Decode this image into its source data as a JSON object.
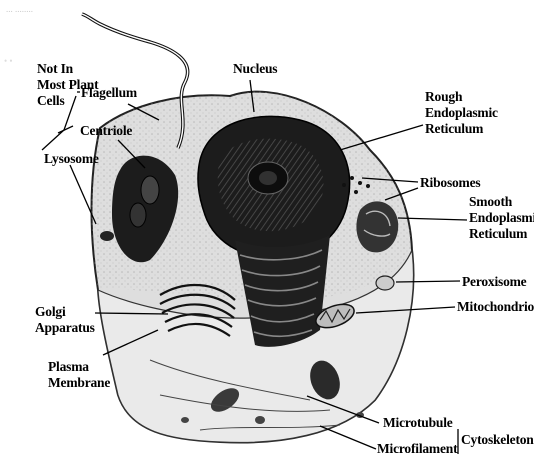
{
  "labels": {
    "not_in_most_plant_cells": [
      "Not In",
      "Most Plant",
      "Cells"
    ],
    "flagellum": "Flagellum",
    "centriole": "Centriole",
    "lysosome": "Lysosome",
    "nucleus": "Nucleus",
    "rough_er": [
      "Rough",
      "Endoplasmic",
      "Reticulum"
    ],
    "ribosomes": "Ribosomes",
    "smooth_er": [
      "Smooth",
      "Endoplasmic",
      "Reticulum"
    ],
    "peroxisome": "Peroxisome",
    "mitochondrion": "Mitochondrion",
    "golgi": [
      "Golgi",
      "Apparatus"
    ],
    "plasma_membrane": [
      "Plasma",
      "Membrane"
    ],
    "microtubule": "Microtubule",
    "microfilament": "Microfilament",
    "cytoskeleton": "Cytoskeleton"
  },
  "colors": {
    "ink": "#000000",
    "paper": "#ffffff",
    "cell_fill": "#d9d9d9",
    "dark_organelle": "#1c1c1c"
  },
  "icons": {
    "illustration": "animal-cell-cutaway"
  }
}
